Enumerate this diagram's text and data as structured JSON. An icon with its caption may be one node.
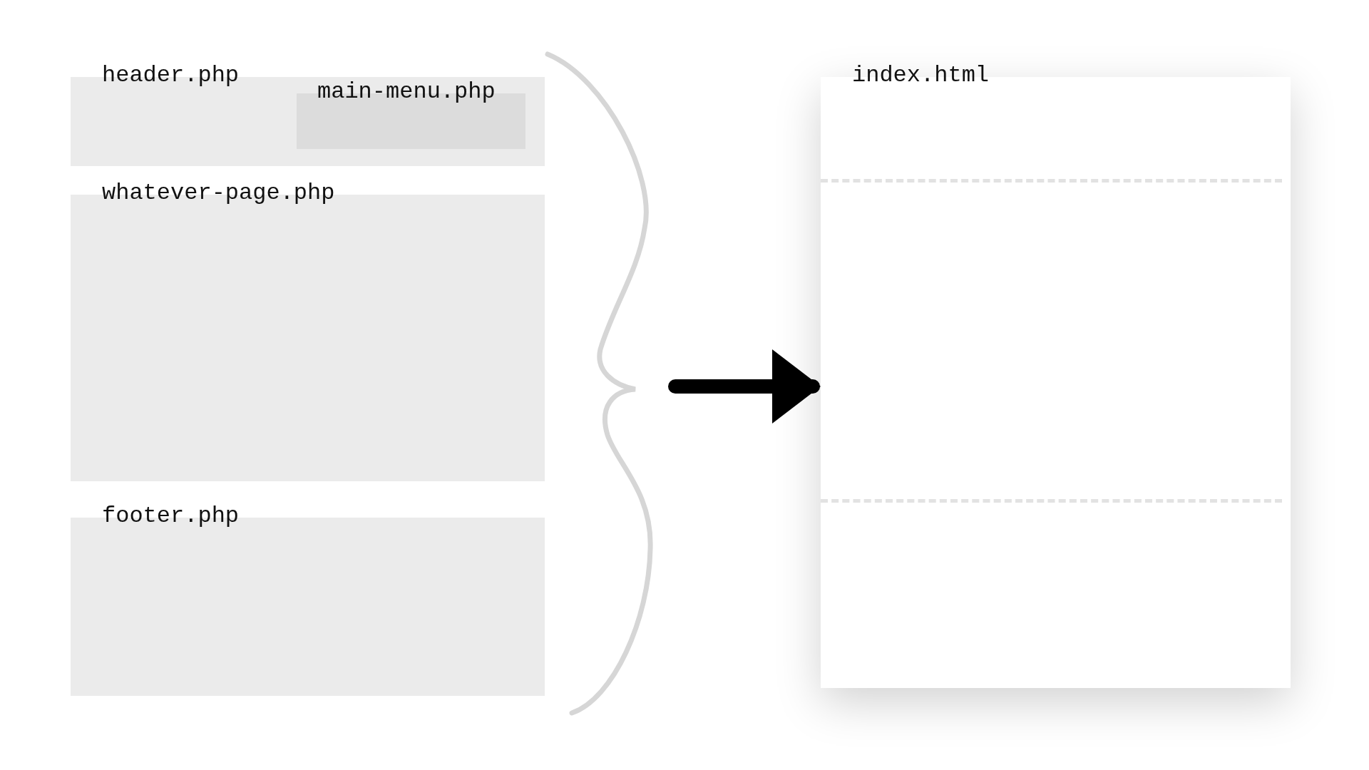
{
  "diagram": {
    "nodes": [
      {
        "text": [
          "header.php"
        ]
      },
      {
        "text": [
          "main-menu.php"
        ],
        "in": 0
      },
      {
        "text": [
          "whatever-page.php"
        ]
      },
      {
        "text": [
          "footer.php"
        ]
      },
      {
        "text": [
          "index.html"
        ]
      }
    ],
    "edges": [
      {
        "from": null,
        "to": 4,
        "arrow": "to"
      }
    ]
  }
}
